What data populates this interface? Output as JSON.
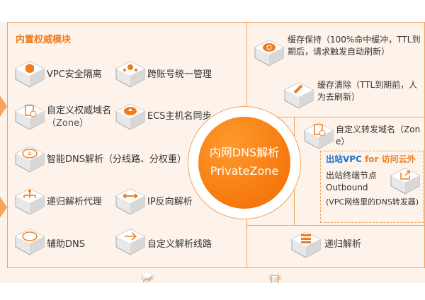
{
  "module_title": "内置权威模块",
  "left_items": [
    {
      "label": "VPC安全隔离",
      "icon": "shield-icon"
    },
    {
      "label": "跨账号统一管理",
      "icon": "users-network-icon"
    },
    {
      "label": "自定义权威域名",
      "sub": "（Zone）",
      "icon": "document-globe-icon"
    },
    {
      "label": "ECS主机名同步",
      "icon": "cloud-upload-icon"
    },
    {
      "label": "智能DNS解析（分线路、分权重）",
      "icon": "cloud-a-icon"
    },
    {
      "label": "递归解析代理",
      "icon": "hierarchy-icon"
    },
    {
      "label": "IP反向解析",
      "icon": "bidirectional-arrow-icon"
    },
    {
      "label": "辅助DNS",
      "icon": "cloud-icon"
    },
    {
      "label": "自定义解析线路",
      "icon": "share-icon"
    }
  ],
  "center": {
    "line1": "内网DNS解析",
    "line2": "PrivateZone"
  },
  "cache_keep": {
    "line1": "缓存保持（100%命中缓冲，TTL到期",
    "line2": "后，请求触发自动刷新）"
  },
  "cache_clear": {
    "line1": "缓存清除（TTL到期前，人为",
    "line2": "去刷新）"
  },
  "forward_zone": "自定义转发域名（Zone）",
  "outbound": {
    "title_a": "出站VPC",
    "title_b": " for 访问云外",
    "line1": "出站终端节点",
    "line2": "Outbound",
    "line3": "(VPC网络里的DNS转发器)"
  },
  "recursive": "递归解析",
  "colors": {
    "accent": "#ee7d1f",
    "blue": "#1f6fc5",
    "panel": "#fdf3ea"
  }
}
